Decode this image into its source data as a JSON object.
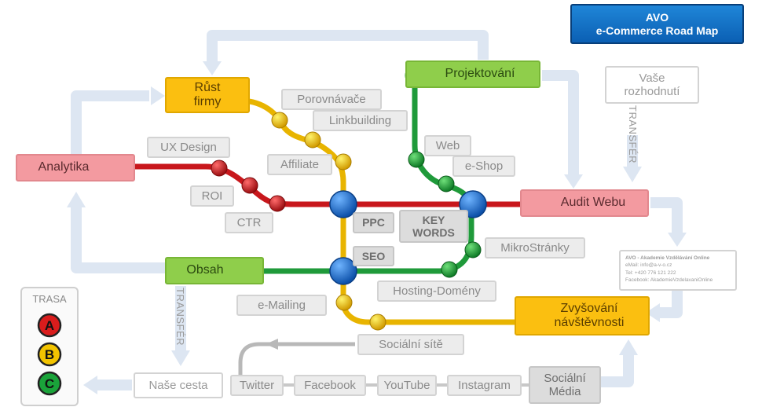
{
  "title": {
    "line1": "AVO",
    "line2": "e-Commerce Road Map"
  },
  "stations": {
    "rust_firmy": {
      "line1": "Růst",
      "line2": "firmy"
    },
    "projektovani": "Projektování",
    "analytika": "Analytika",
    "audit_webu": "Audit Webu",
    "obsah": "Obsah",
    "zvysovani": {
      "line1": "Zvyšování",
      "line2": "návštěvnosti"
    },
    "vase": {
      "line1": "Vaše",
      "line2": "rozhodnutí"
    },
    "nase_cesta": "Naše cesta"
  },
  "labels": {
    "porovnavace": "Porovnávače",
    "linkbuilding": "Linkbuilding",
    "ux_design": "UX Design",
    "affiliate": "Affiliate",
    "web": "Web",
    "eshop": "e-Shop",
    "roi": "ROI",
    "ctr": "CTR",
    "ppc": "PPC",
    "key_words": {
      "line1": "KEY",
      "line2": "WORDS"
    },
    "seo": "SEO",
    "mikrostranky": "MikroStránky",
    "emailing": "e-Mailing",
    "hosting": "Hosting-Domény",
    "socialni_site": "Sociální sítě",
    "twitter": "Twitter",
    "facebook": "Facebook",
    "youtube": "YouTube",
    "instagram": "Instagram",
    "socialni_media": {
      "line1": "Sociální",
      "line2": "Média"
    }
  },
  "transfer": "TRANSFÉR",
  "contact": {
    "line1": "AVO - Akademie Vzdělávání Online",
    "line2": "eMail: info@a-v-o.cz",
    "line3": "Tel: +420 776 121 222",
    "line4": "Facebook: AkademieVzdelavaniOnline"
  },
  "legend": {
    "title": "TRASA",
    "routes": [
      {
        "letter": "A",
        "color": "#d91c1c"
      },
      {
        "letter": "B",
        "color": "#f3c400"
      },
      {
        "letter": "C",
        "color": "#1aa33a"
      }
    ]
  },
  "colors": {
    "red_line": "#c8171c",
    "yellow_line": "#e8b400",
    "green_line": "#1f9a3a",
    "interchange": "#1a6fd0",
    "arrow": "#dde6f2"
  }
}
